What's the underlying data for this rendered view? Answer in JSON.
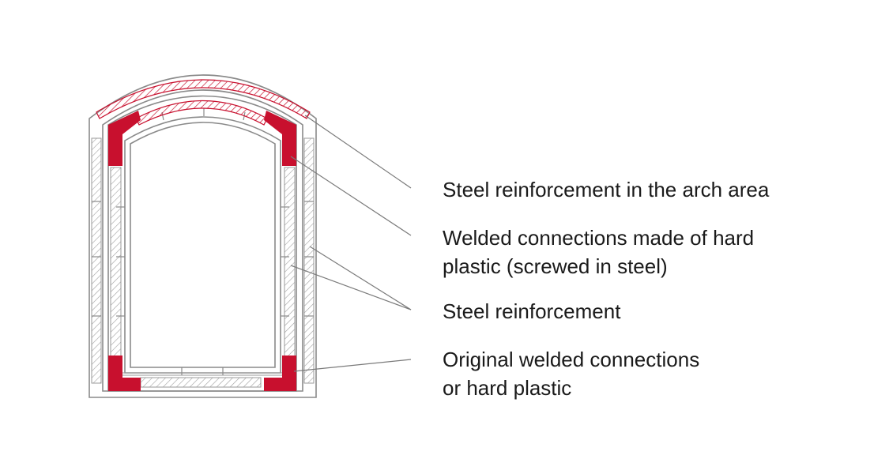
{
  "labels": {
    "arch_reinforcement": [
      "Steel reinforcement in the arch area"
    ],
    "welded_hard_plastic": [
      "Welded connections made of hard",
      "plastic (screwed in steel)"
    ],
    "steel_reinforcement": [
      "Steel reinforcement"
    ],
    "original_welded": [
      "Original welded connections",
      "or hard plastic"
    ]
  },
  "colors": {
    "frame_line": "#8a8a8a",
    "hatch_gray": "#9a9a9a",
    "accent_red": "#c8102e",
    "leader_line": "#7a7a7a",
    "text": "#1a1a1a"
  }
}
